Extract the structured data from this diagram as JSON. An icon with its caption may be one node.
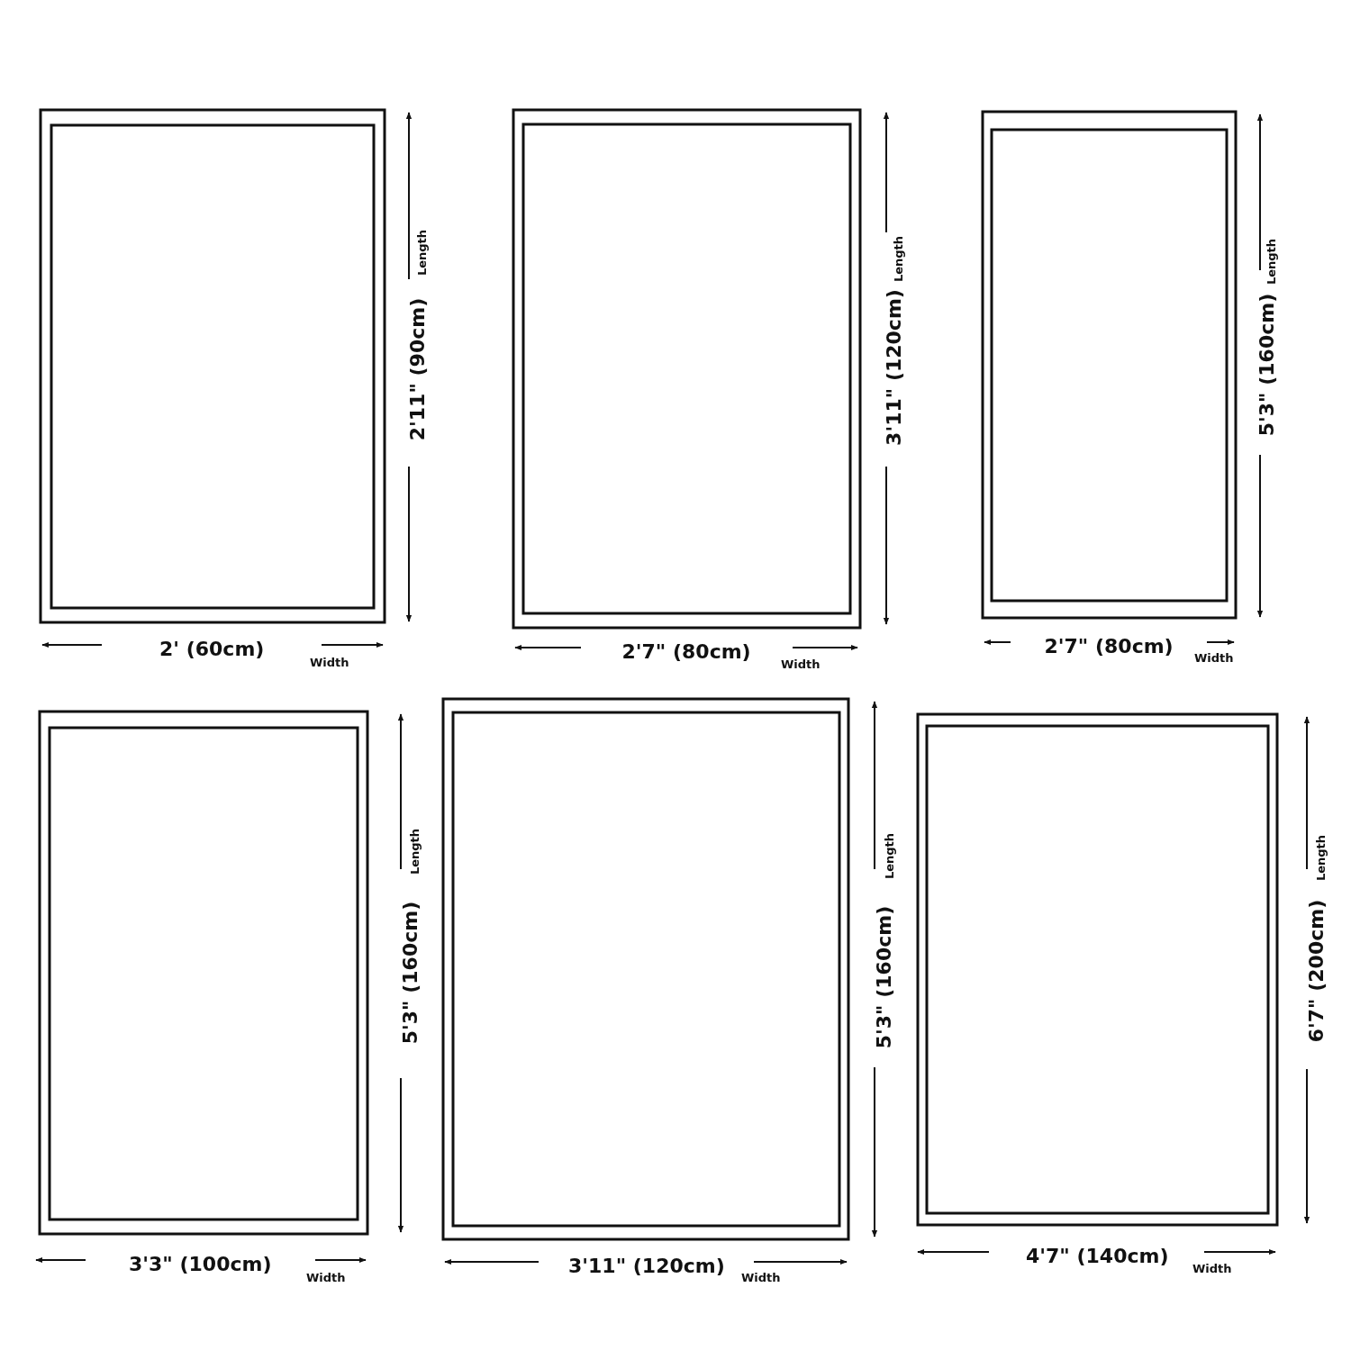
{
  "diagram": {
    "labels": [
      "Length",
      "2'11\" (90cm)",
      "2' (60cm)",
      "Width",
      "Length",
      "3'11\" (120cm)",
      "2'7\" (80cm)",
      "Width",
      "Length",
      "5'3\" (160cm)",
      "2'7\" (80cm)",
      "Width",
      "Length",
      "5'3\" (160cm)",
      "3'3\" (100cm)",
      "Width",
      "Length",
      "5'3\" (160cm)",
      "3'11\" (120cm)",
      "Width",
      "Length",
      "6'7\" (200cm)",
      "4'7\" (140cm)",
      "Width"
    ]
  }
}
